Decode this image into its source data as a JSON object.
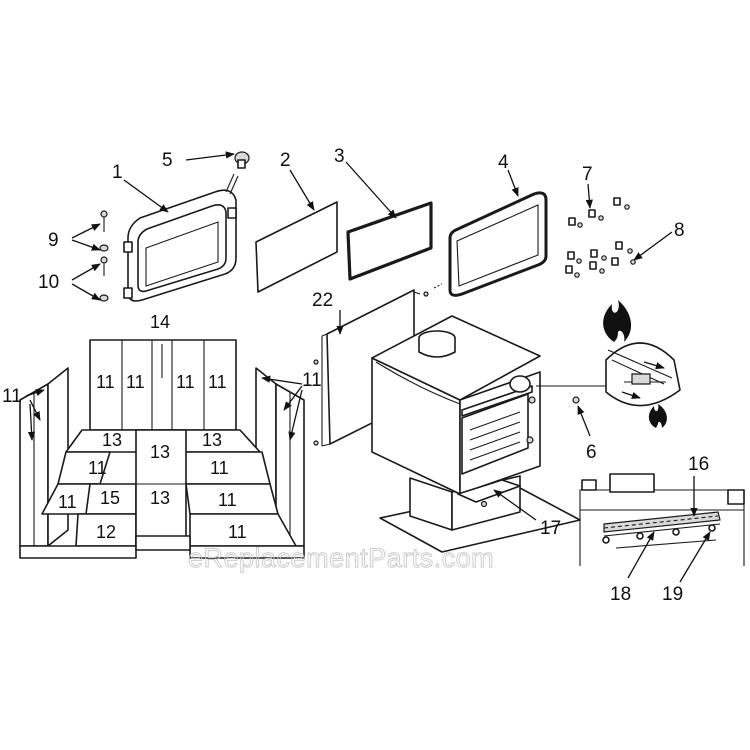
{
  "callouts": [
    "1",
    "2",
    "3",
    "4",
    "5",
    "6",
    "7",
    "8",
    "9",
    "10",
    "11",
    "11",
    "16",
    "17",
    "18",
    "19",
    "22"
  ],
  "bricks": [
    "14",
    "11",
    "11",
    "11",
    "11",
    "13",
    "13",
    "13",
    "11",
    "11",
    "11",
    "15",
    "13",
    "11",
    "12",
    "11"
  ],
  "watermark": "eReplacementParts.com",
  "colors": {
    "line": "#1a1a1a",
    "background": "#ffffff",
    "watermark": "#c8c8c8"
  }
}
